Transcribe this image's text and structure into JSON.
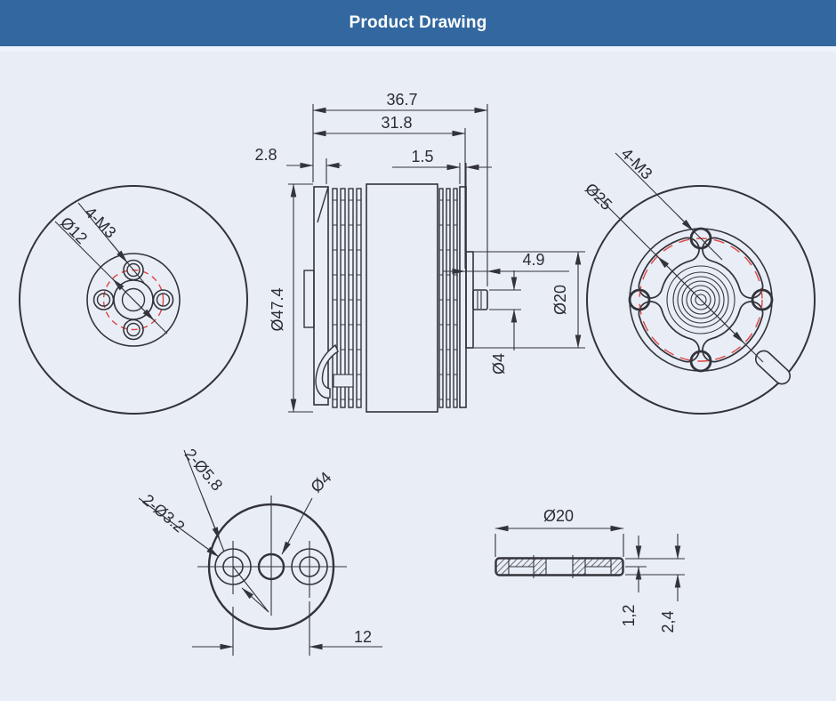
{
  "header": {
    "title": "Product Drawing"
  },
  "colors": {
    "header_bg": "#32689f",
    "line": "#33333a",
    "accent_red": "#e04343",
    "background": "#e9eef6"
  },
  "views": {
    "rear_view": {
      "bolt_pattern": "4-M3",
      "bolt_circle_diameter": "Ø12"
    },
    "side_view": {
      "overall_length": "36.7",
      "body_length": "31.8",
      "rear_plate_thickness": "2.8",
      "front_plate_thickness": "1.5",
      "outer_diameter": "Ø47.4",
      "shaft_extension": "4.9",
      "flange_diameter": "Ø20",
      "shaft_diameter": "Ø4"
    },
    "front_view": {
      "bolt_pattern": "4-M3",
      "bolt_circle_diameter": "Ø25"
    },
    "adapter_view": {
      "counterbore_holes": "2-Ø5.8",
      "through_holes": "2-Ø3.2",
      "center_hole": "Ø4",
      "hole_spacing": "12"
    },
    "adapter_section": {
      "diameter": "Ø20",
      "plate_thickness": "1,2",
      "total_thickness": "2,4"
    }
  }
}
